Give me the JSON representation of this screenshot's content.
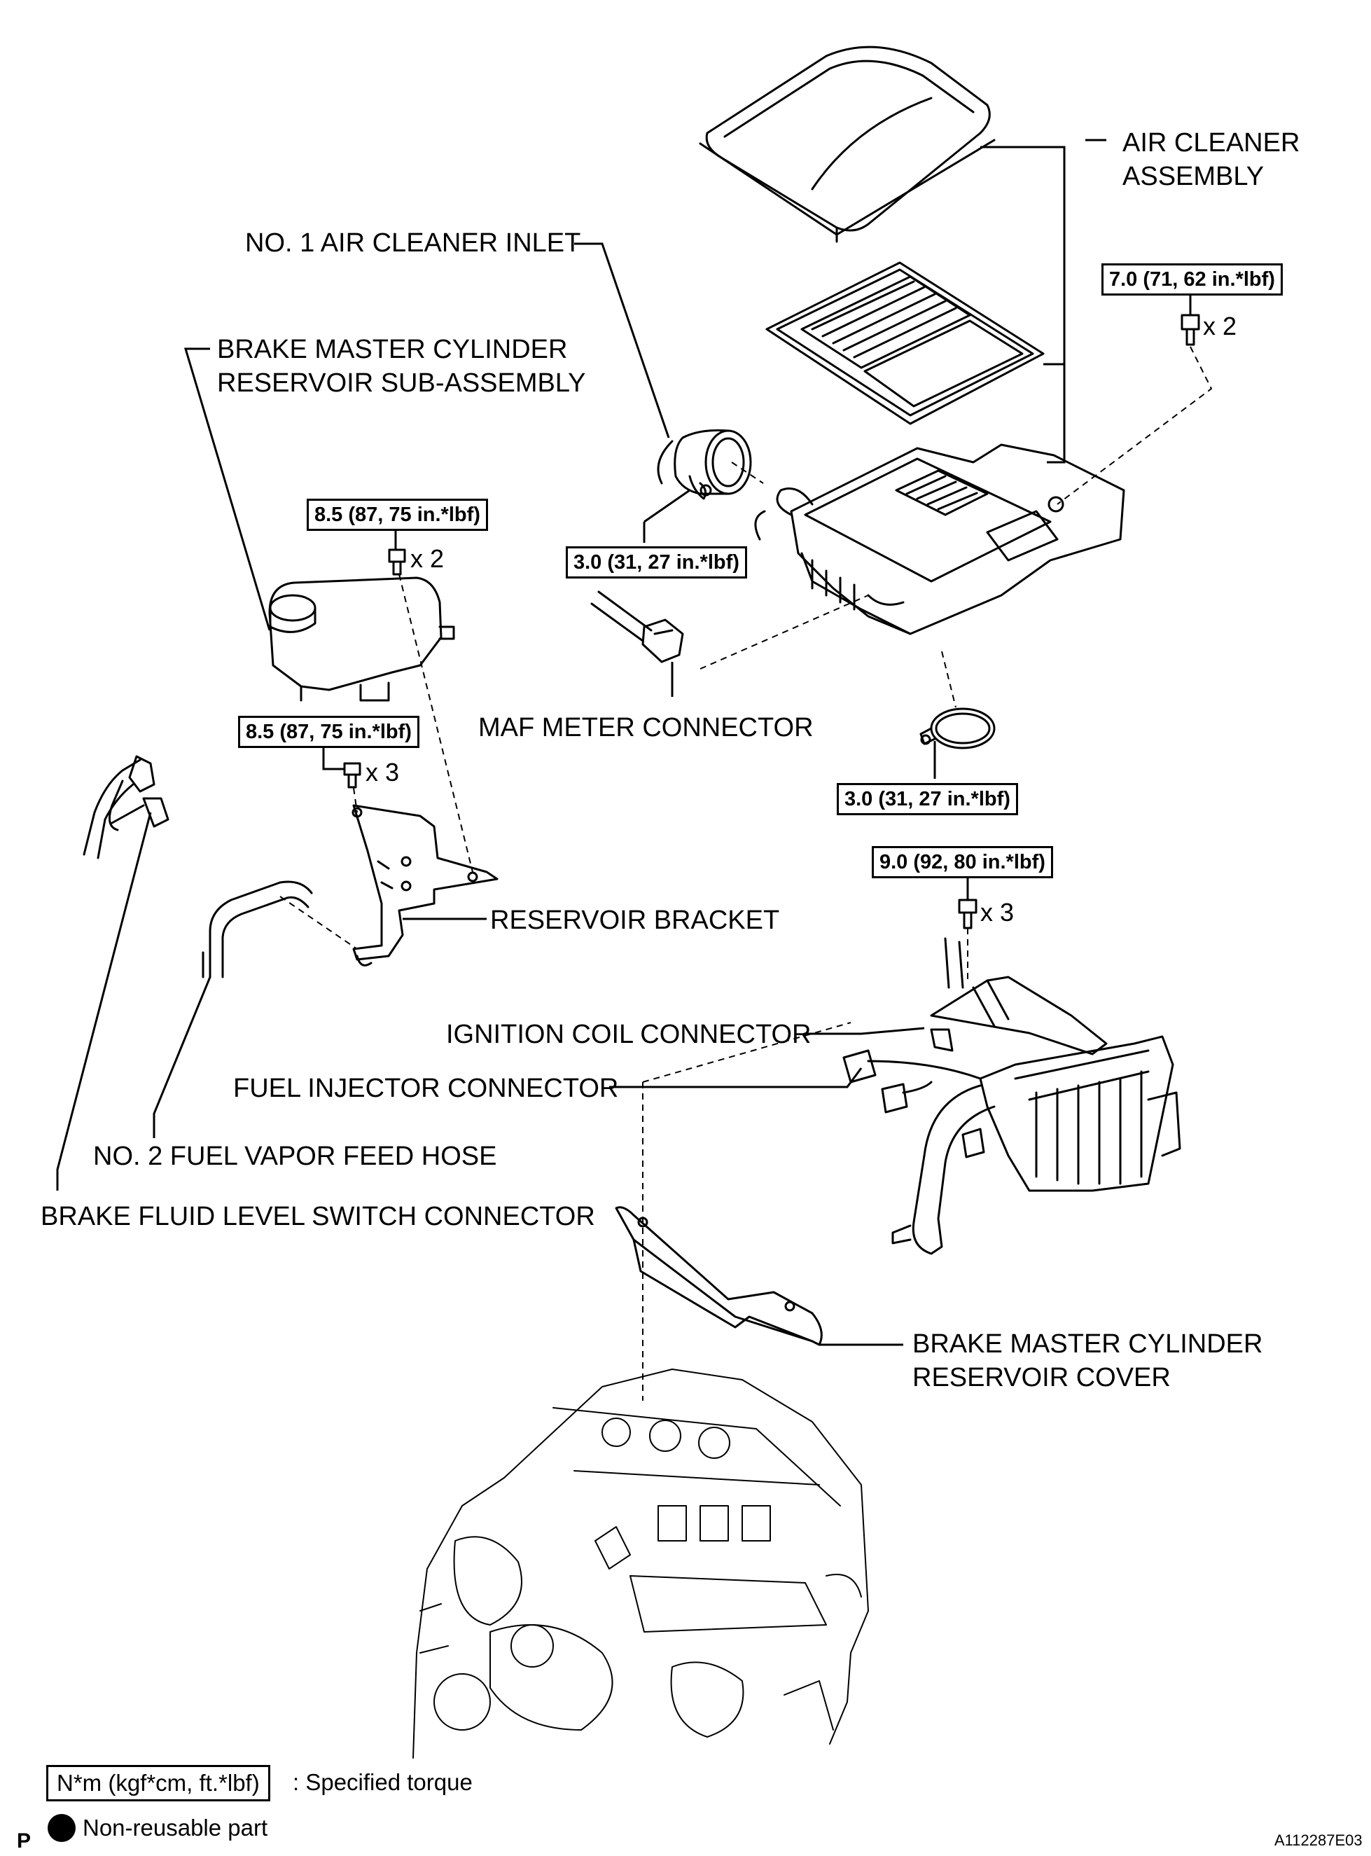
{
  "labels": {
    "air_cleaner_assembly": "AIR CLEANER\nASSEMBLY",
    "no1_air_cleaner_inlet": "NO. 1 AIR CLEANER INLET",
    "brake_master_cylinder_reservoir_sub_assembly": "BRAKE MASTER CYLINDER\nRESERVOIR SUB-ASSEMBLY",
    "maf_meter_connector": "MAF METER CONNECTOR",
    "reservoir_bracket": "RESERVOIR BRACKET",
    "ignition_coil_connector": "IGNITION COIL CONNECTOR",
    "fuel_injector_connector": "FUEL INJECTOR CONNECTOR",
    "no2_fuel_vapor_feed_hose": "NO. 2 FUEL VAPOR FEED HOSE",
    "brake_fluid_level_switch_connector": "BRAKE FLUID LEVEL SWITCH CONNECTOR",
    "brake_master_cylinder_reservoir_cover": "BRAKE MASTER CYLINDER\nRESERVOIR COVER"
  },
  "torques": {
    "air_cleaner_bolts": "7.0 (71, 62 in.*lbf)",
    "reservoir_bolts": "8.5 (87, 75 in.*lbf)",
    "bracket_bolts": "8.5 (87, 75 in.*lbf)",
    "inlet_clamp": "3.0 (31, 27 in.*lbf)",
    "lower_clamp": "3.0 (31, 27 in.*lbf)",
    "wire_harness_bolts": "9.0 (92, 80 in.*lbf)"
  },
  "quantities": {
    "air_cleaner_bolts": "x 2",
    "reservoir_bolts": "x 2",
    "bracket_bolts": "x 3",
    "wire_harness_bolts": "x 3"
  },
  "legend": {
    "torque_box": "N*m (kgf*cm, ft.*lbf)",
    "torque_text": ": Specified torque",
    "non_reusable_text": "Non-reusable part"
  },
  "footer": {
    "page_mark": "P",
    "figure_id": "A112287E03"
  }
}
